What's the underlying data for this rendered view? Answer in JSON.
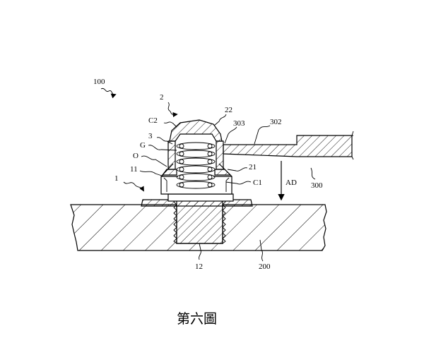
{
  "diagram": {
    "caption": "第六圖",
    "labels": {
      "assembly": "100",
      "cap_unit": "2",
      "cap_spring": "22",
      "arm_top": "303",
      "arm": "302",
      "c2": "C2",
      "part3": "3",
      "gap": "G",
      "o_ring": "O",
      "part11": "11",
      "part21": "21",
      "base_unit": "1",
      "c1": "C1",
      "direction": "AD",
      "panel": "300",
      "screw": "12",
      "board": "200"
    }
  }
}
